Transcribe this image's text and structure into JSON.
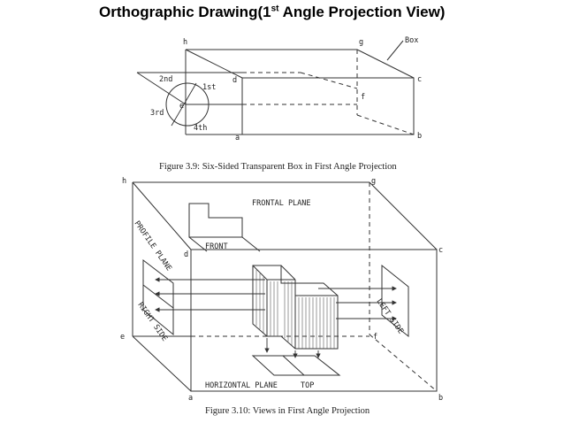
{
  "title": {
    "main": "Orthographic  Drawing(1",
    "sup": "st",
    "rest": " Angle Projection View)"
  },
  "figure1": {
    "caption": "Figure 3.9: Six-Sided Transparent Box in First Angle Projection",
    "labels": {
      "h": "h",
      "g": "g",
      "box": "Box",
      "c": "c",
      "d": "d",
      "f": "f",
      "a": "a",
      "b": "b",
      "e": "e",
      "q2": "2nd",
      "q1": "1st",
      "q3": "3rd",
      "q4": "4th"
    }
  },
  "figure2": {
    "caption": "Figure 3.10: Views in First Angle Projection",
    "labels": {
      "h": "h",
      "g": "g",
      "c": "c",
      "d": "d",
      "e": "e",
      "f": "f",
      "a": "a",
      "b": "b",
      "frontal_plane": "FRONTAL PLANE",
      "front": "FRONT",
      "profile_plane": "PROFILE PLANE",
      "right_side": "RIGHT SIDE",
      "left_side": "LEFT SIDE",
      "horizontal_plane": "HORIZONTAL PLANE",
      "top": "TOP"
    }
  }
}
